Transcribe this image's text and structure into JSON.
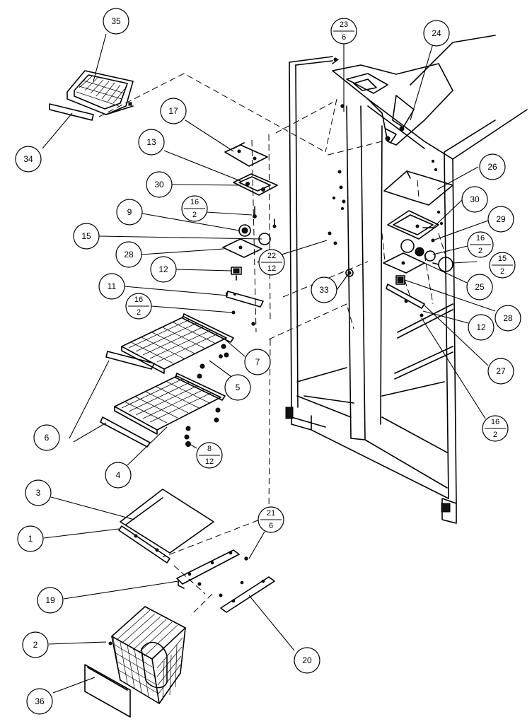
{
  "diagram": {
    "callouts": [
      {
        "id": "c35",
        "label": "35"
      },
      {
        "id": "c34",
        "label": "34"
      },
      {
        "id": "c17",
        "label": "17"
      },
      {
        "id": "c13",
        "label": "13"
      },
      {
        "id": "c30a",
        "label": "30"
      },
      {
        "id": "c16a",
        "top": "16",
        "bottom": "2"
      },
      {
        "id": "c9",
        "label": "9"
      },
      {
        "id": "c15a",
        "label": "15"
      },
      {
        "id": "c28a",
        "label": "28"
      },
      {
        "id": "c12a",
        "label": "12"
      },
      {
        "id": "c11",
        "label": "11"
      },
      {
        "id": "c16b",
        "top": "16",
        "bottom": "2"
      },
      {
        "id": "c22",
        "top": "22",
        "bottom": "12"
      },
      {
        "id": "c33",
        "label": "33"
      },
      {
        "id": "c7",
        "label": "7"
      },
      {
        "id": "c5",
        "label": "5"
      },
      {
        "id": "c6",
        "label": "6"
      },
      {
        "id": "c4",
        "label": "4"
      },
      {
        "id": "c8",
        "top": "8",
        "bottom": "12"
      },
      {
        "id": "c3",
        "label": "3"
      },
      {
        "id": "c1",
        "label": "1"
      },
      {
        "id": "c21",
        "top": "21",
        "bottom": "6"
      },
      {
        "id": "c19",
        "label": "19"
      },
      {
        "id": "c20",
        "label": "20"
      },
      {
        "id": "c2",
        "label": "2"
      },
      {
        "id": "c36",
        "label": "36"
      },
      {
        "id": "c23",
        "top": "23",
        "bottom": "6"
      },
      {
        "id": "c24",
        "label": "24"
      },
      {
        "id": "c26",
        "label": "26"
      },
      {
        "id": "c30b",
        "label": "30"
      },
      {
        "id": "c29",
        "label": "29"
      },
      {
        "id": "c16c",
        "top": "16",
        "bottom": "2"
      },
      {
        "id": "c15b",
        "top": "15",
        "bottom": "2"
      },
      {
        "id": "c25",
        "label": "25"
      },
      {
        "id": "c28b",
        "label": "28"
      },
      {
        "id": "c12b",
        "label": "12"
      },
      {
        "id": "c27",
        "label": "27"
      },
      {
        "id": "c16d",
        "top": "16",
        "bottom": "2"
      }
    ]
  }
}
